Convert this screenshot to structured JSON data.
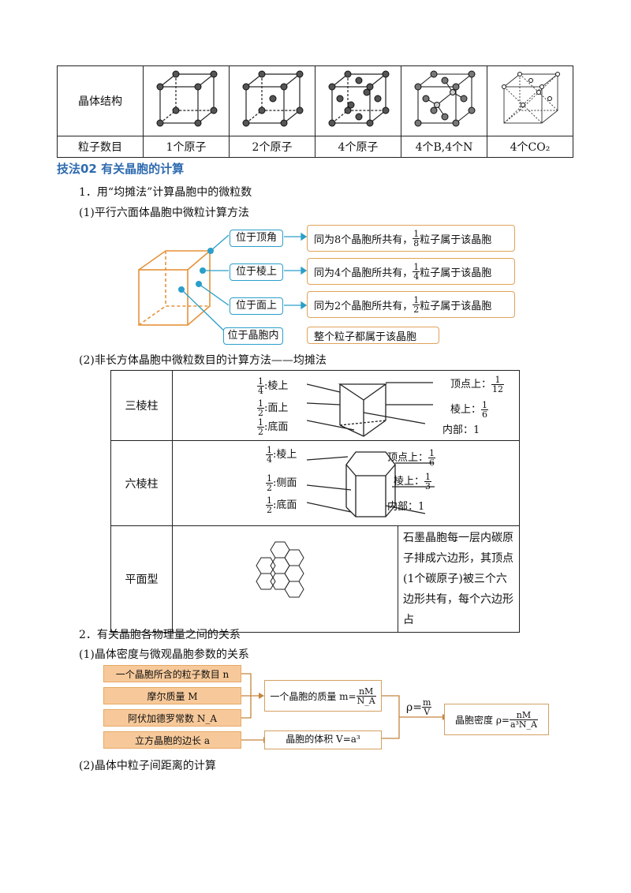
{
  "crystal_table": {
    "row1_label": "晶体结构",
    "row2_label": "粒子数目",
    "counts": [
      "1个原子",
      "2个原子",
      "4个原子",
      "4个B,4个N",
      "4个CO₂"
    ]
  },
  "section_title": "技法02  有关晶胞的计算",
  "item1": "1．用“均摊法”计算晶胞中的微粒数",
  "item1_sub": "(1)平行六面体晶胞中微粒计算方法",
  "cube_diagram": {
    "positions": [
      "位于顶角",
      "位于棱上",
      "位于面上",
      "位于晶胞内"
    ],
    "rules": [
      {
        "pre": "同为8个晶胞所共有，",
        "num": "1",
        "den": "8",
        "post": "粒子属于该晶胞"
      },
      {
        "pre": "同为4个晶胞所共有，",
        "num": "1",
        "den": "4",
        "post": "粒子属于该晶胞"
      },
      {
        "pre": "同为2个晶胞所共有，",
        "num": "1",
        "den": "2",
        "post": "粒子属于该晶胞"
      },
      {
        "pre": "整个粒子都属于该晶胞",
        "num": "",
        "den": "",
        "post": ""
      }
    ]
  },
  "item1_sub2": "(2)非长方体晶胞中微粒数目的计算方法——均摊法",
  "prism_table": {
    "rows": [
      "三棱柱",
      "六棱柱",
      "平面型"
    ],
    "tri": {
      "l1": "棱上",
      "l2": "面上",
      "l3": "底面",
      "r1": "顶点上：",
      "r2": "棱上：",
      "r3": "内部：1"
    },
    "hex": {
      "l1": "棱上",
      "l2": "侧面",
      "l3": "底面",
      "r1": "顶点上：",
      "r2": "棱上：",
      "r3": "内部：1"
    },
    "graphite_text": "石墨晶胞每一层内碳原子排成六边形，其顶点(1个碳原子)被三个六边形共有，每个六边形占"
  },
  "item2": "2．有关晶胞各物理量之间的关系",
  "item2_sub": "(1)晶体密度与微观晶胞参数的关系",
  "flow": {
    "left": [
      "一个晶胞所含的粒子数目 n",
      "摩尔质量 M",
      "阿伏加德罗常数 N_A",
      "立方晶胞的边长 a"
    ],
    "mass_label": "一个晶胞的质量 m=",
    "mass_num": "nM",
    "mass_den": "N_A",
    "volume_label": "晶胞的体积 V=a³",
    "rho_label": "ρ=",
    "rho_num": "m",
    "rho_den": "V",
    "density_label": "晶胞密度 ρ=",
    "density_num": "nM",
    "density_den": "a³N_A"
  },
  "item2_sub2": "(2)晶体中粒子间距离的计算",
  "colors": {
    "accent_blue": "#2e6bb0",
    "diagram_blue": "#2a9fc9",
    "orange": "#e0a35a"
  }
}
